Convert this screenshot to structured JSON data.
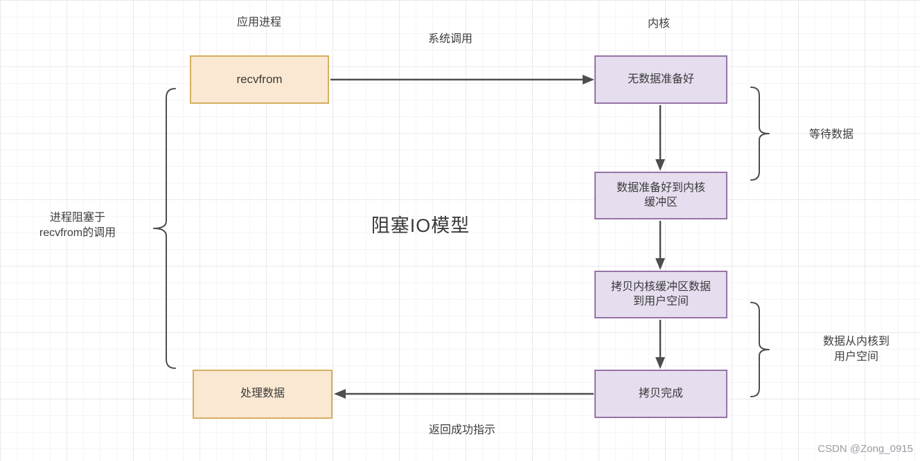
{
  "diagram": {
    "title": "阻塞IO模型",
    "watermark": "CSDN @Zong_0915",
    "lanes": {
      "app_process": "应用进程",
      "system_call": "系统调用",
      "kernel": "内核"
    },
    "nodes": {
      "recvfrom": "recvfrom",
      "no_data_ready": "无数据准备好",
      "data_ready_to_kernel_buffer": "数据准备好到内核\n缓冲区",
      "copy_kernel_buffer_to_user": "拷贝内核缓冲区数据\n到用户空间",
      "copy_complete": "拷贝完成",
      "process_data": "处理数据"
    },
    "annotations": {
      "process_blocked": "进程阻塞于\nrecvfrom的调用",
      "wait_for_data": "等待数据",
      "data_kernel_to_user": "数据从内核到\n用户空间",
      "return_success": "返回成功指示"
    },
    "colors": {
      "app_node_fill": "#FAE8D2",
      "app_node_border": "#D6AE5E",
      "kernel_node_fill": "#E6DDEF",
      "kernel_node_border": "#9673A6",
      "connector": "#4D4D4D",
      "text": "#3A3A3A",
      "watermark_text": "#9B9BA3"
    }
  }
}
